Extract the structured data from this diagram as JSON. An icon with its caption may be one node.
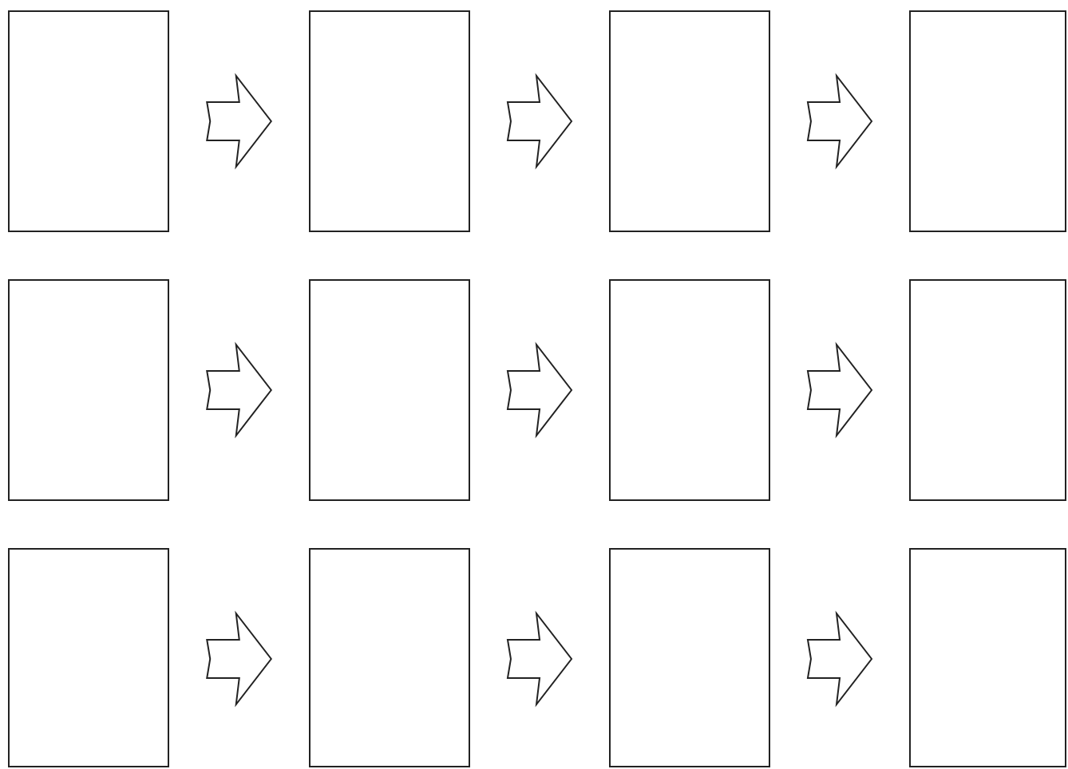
{
  "diagram": {
    "nodes": [
      {
        "text": [],
        "shape": "box"
      },
      {
        "text": [],
        "shape": "box"
      },
      {
        "text": [],
        "shape": "box"
      },
      {
        "text": [],
        "shape": "box"
      },
      {
        "text": [],
        "shape": "box"
      },
      {
        "text": [],
        "shape": "box"
      },
      {
        "text": [],
        "shape": "box"
      },
      {
        "text": [],
        "shape": "box"
      },
      {
        "text": [],
        "shape": "box"
      },
      {
        "text": [],
        "shape": "box"
      },
      {
        "text": [],
        "shape": "box"
      },
      {
        "text": [],
        "shape": "box"
      }
    ],
    "edges": [
      {
        "from": 0,
        "to": 1,
        "arrow": "to"
      },
      {
        "from": 1,
        "to": 2,
        "arrow": "to"
      },
      {
        "from": 2,
        "to": 3,
        "arrow": "to"
      },
      {
        "from": 4,
        "to": 5,
        "arrow": "to"
      },
      {
        "from": 5,
        "to": 6,
        "arrow": "to"
      },
      {
        "from": 6,
        "to": 7,
        "arrow": "to"
      },
      {
        "from": 8,
        "to": 9,
        "arrow": "to"
      },
      {
        "from": 9,
        "to": 10,
        "arrow": "to"
      },
      {
        "from": 10,
        "to": 11,
        "arrow": "to"
      }
    ]
  }
}
